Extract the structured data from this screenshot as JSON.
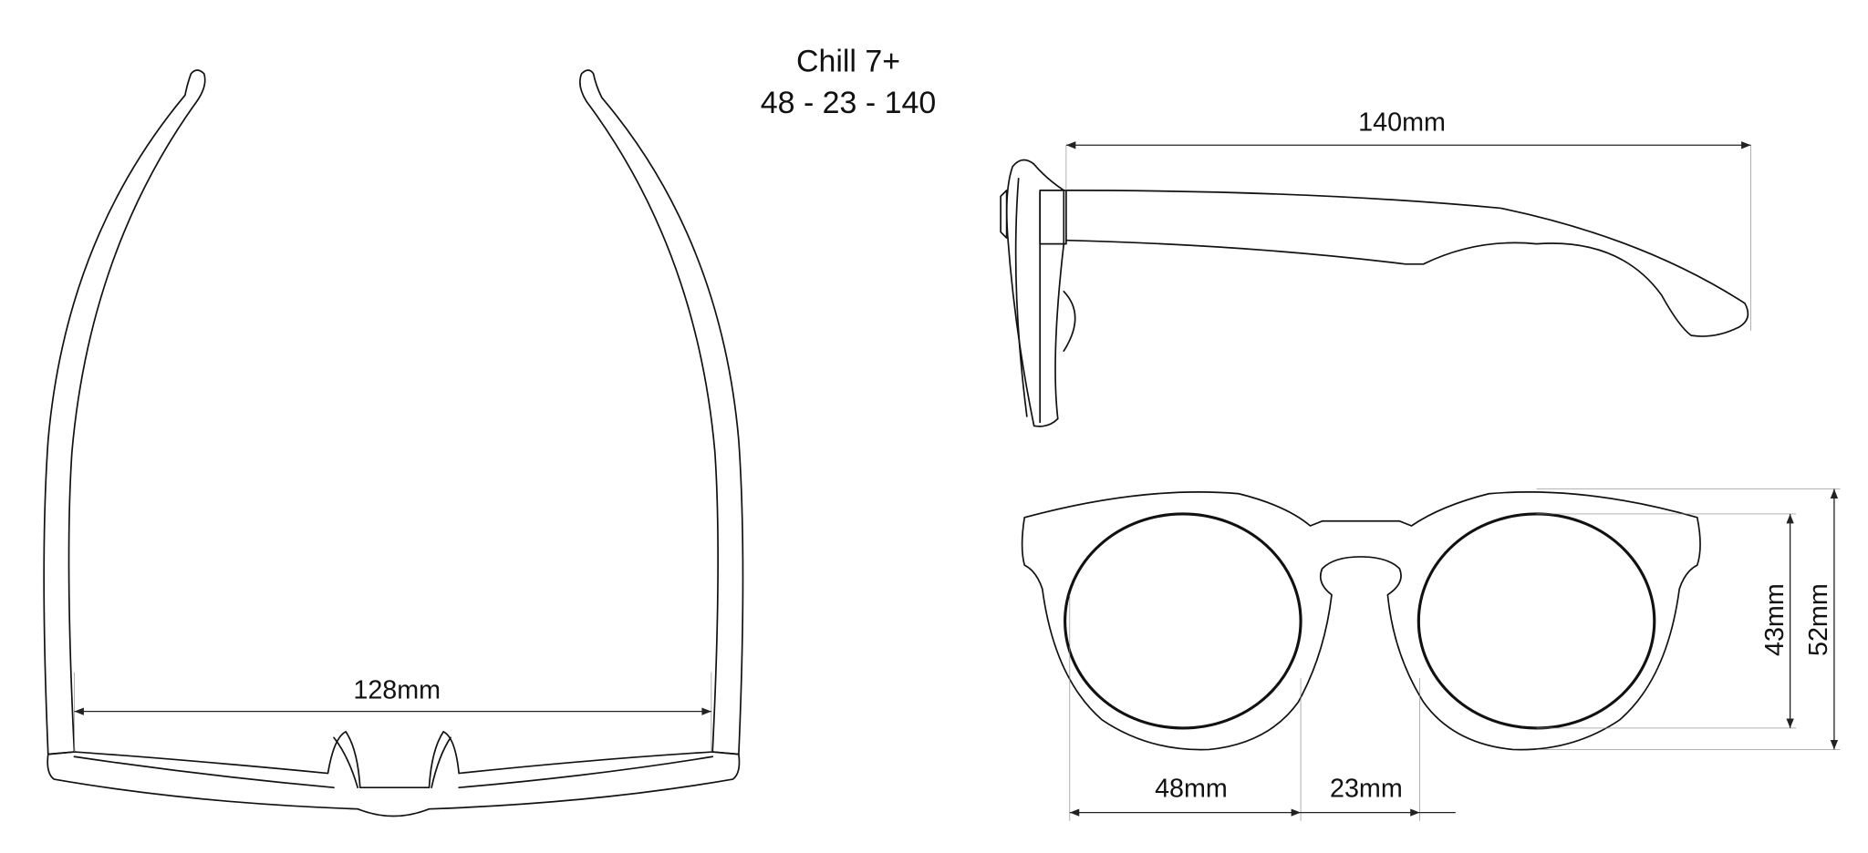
{
  "title": {
    "model": "Chill 7+",
    "size_code": "48 - 23 - 140"
  },
  "dimensions": {
    "temple_width": "128mm",
    "temple_length": "140mm",
    "lens_height": "43mm",
    "frame_height": "52mm",
    "lens_width": "48mm",
    "bridge_width": "23mm"
  },
  "colors": {
    "line": "#111111"
  }
}
